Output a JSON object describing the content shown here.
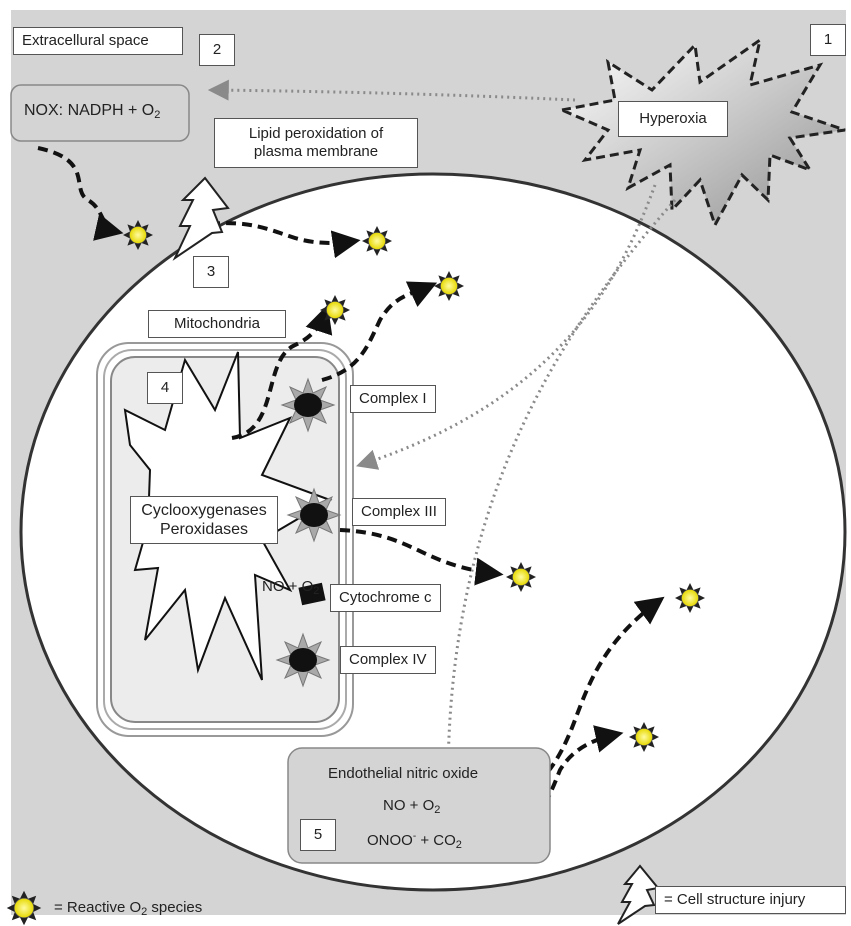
{
  "labels": {
    "extracellular": "Extracellural space",
    "num1": "1",
    "num2": "2",
    "num3": "3",
    "num4": "4",
    "num5": "5",
    "hyperoxia": "Hyperoxia",
    "nox_prefix": "NOX: NADPH + O",
    "nox_sub": "2",
    "lipid_line1": "Lipid peroxidation of",
    "lipid_line2": "plasma membrane",
    "mitochondria": "Mitochondria",
    "complex1": "Complex I",
    "complex3": "Complex III",
    "complex4": "Complex IV",
    "cytochrome": "Cytochrome c",
    "no_o2_prefix": "NO + O",
    "no_o2_sub": "2",
    "cox_line1": "Cyclooxygenases",
    "cox_line2": "Peroxidases",
    "enos_title": "Endothelial nitric oxide",
    "enos_no_prefix": "NO + O",
    "enos_no_sub": "2",
    "onoo_prefix": "ONOO",
    "onoo_sup": "-",
    "onoo_mid": " + CO",
    "onoo_sub": "2",
    "legend_ros_prefix": "= Reactive O",
    "legend_ros_sub": "2",
    "legend_ros_suffix": " species",
    "legend_injury": "= Cell structure injury"
  },
  "colors": {
    "background": "#d4d4d4",
    "cell": "#ffffff",
    "ros_fill": "#f2ea1a",
    "ros_ring": "#222222",
    "complex_core": "#111111",
    "dotted": "#8a8a8a",
    "dashed": "#111111"
  },
  "icons": {
    "ros": "sun-burst-icon",
    "injury": "lightning-bolt-icon",
    "complex": "spiked-circle-icon"
  }
}
